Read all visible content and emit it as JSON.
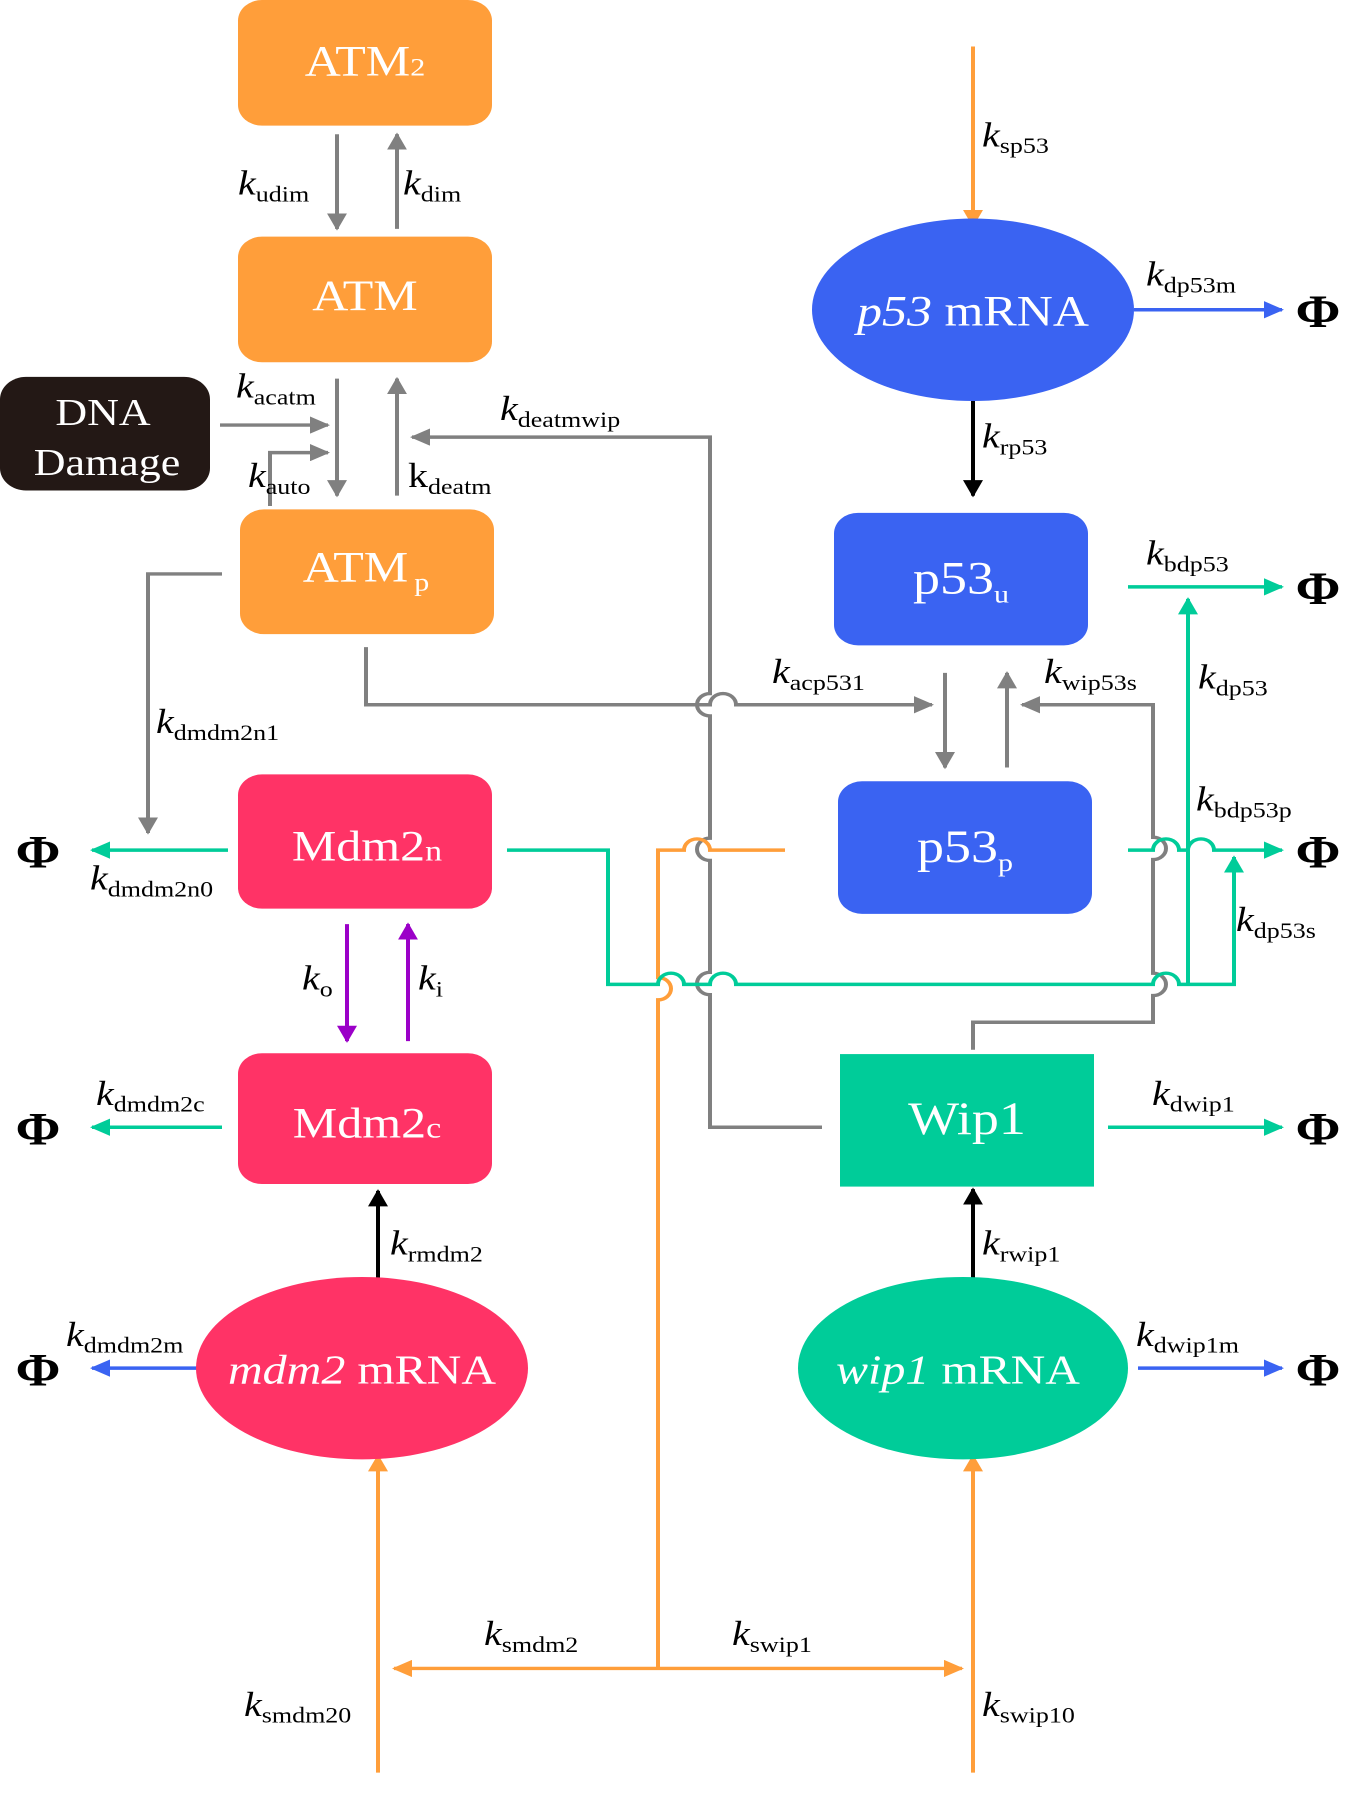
{
  "colors": {
    "orange": "#FF9E3A",
    "blue": "#3A63F2",
    "red": "#FF3366",
    "green": "#00CC99",
    "dark": "#231815",
    "gray": "#808080",
    "purple": "#9B00C8",
    "black": "#000000"
  },
  "nodes": {
    "atm2": {
      "main": "ATM",
      "sub": "2"
    },
    "atm": {
      "main": "ATM"
    },
    "atmp": {
      "main": "ATM",
      "sub": "p"
    },
    "dna": {
      "line1": "DNA",
      "line2": "Damage"
    },
    "p53mrna": {
      "italic": "p53",
      "rest": " mRNA"
    },
    "p53u": {
      "main": "p53",
      "sub": "u"
    },
    "p53p": {
      "main": "p53",
      "sub": "p"
    },
    "mdm2n": {
      "main": "Mdm2",
      "sub": "n"
    },
    "mdm2c": {
      "main": "Mdm2",
      "sub": "c"
    },
    "mdm2mrna": {
      "italic": "mdm2",
      "rest": " mRNA"
    },
    "wip1": {
      "main": "Wip1"
    },
    "wip1mrna": {
      "italic": "wip1",
      "rest": " mRNA"
    }
  },
  "degradation_symbol": "Φ",
  "rates": {
    "udim": {
      "k": "k",
      "sub": "udim"
    },
    "dim": {
      "k": "k",
      "sub": "dim"
    },
    "acatm": {
      "k": "k",
      "sub": "acatm"
    },
    "auto": {
      "k": "k",
      "sub": "auto"
    },
    "deatm": {
      "k": "k",
      "sub": "deatm"
    },
    "deatmwip": {
      "k": "k",
      "sub": "deatmwip"
    },
    "sp53": {
      "k": "k",
      "sub": "sp53"
    },
    "dp53m": {
      "k": "k",
      "sub": "dp53m"
    },
    "rp53": {
      "k": "k",
      "sub": "rp53"
    },
    "bdp53": {
      "k": "k",
      "sub": "bdp53"
    },
    "dp53": {
      "k": "k",
      "sub": "dp53"
    },
    "acp531": {
      "k": "k",
      "sub": "acp531"
    },
    "wip53s": {
      "k": "k",
      "sub": "wip53s"
    },
    "bdp53p": {
      "k": "k",
      "sub": "bdp53p"
    },
    "dp53s": {
      "k": "k",
      "sub": "dp53s"
    },
    "dmdm2n1": {
      "k": "k",
      "sub": "dmdm2n1"
    },
    "dmdm2n0": {
      "k": "k",
      "sub": "dmdm2n0"
    },
    "o": {
      "k": "k",
      "sub": "o"
    },
    "i": {
      "k": "k",
      "sub": "i"
    },
    "dmdm2c": {
      "k": "k",
      "sub": "dmdm2c"
    },
    "rmdm2": {
      "k": "k",
      "sub": "rmdm2"
    },
    "dmdm2m": {
      "k": "k",
      "sub": "dmdm2m"
    },
    "smdm2": {
      "k": "k",
      "sub": "smdm2"
    },
    "smdm20": {
      "k": "k",
      "sub": "smdm20"
    },
    "swip1": {
      "k": "k",
      "sub": "swip1"
    },
    "swip10": {
      "k": "k",
      "sub": "swip10"
    },
    "dwip1": {
      "k": "k",
      "sub": "dwip1"
    },
    "rwip1": {
      "k": "k",
      "sub": "rwip1"
    },
    "dwip1m": {
      "k": "k",
      "sub": "dwip1m"
    }
  }
}
